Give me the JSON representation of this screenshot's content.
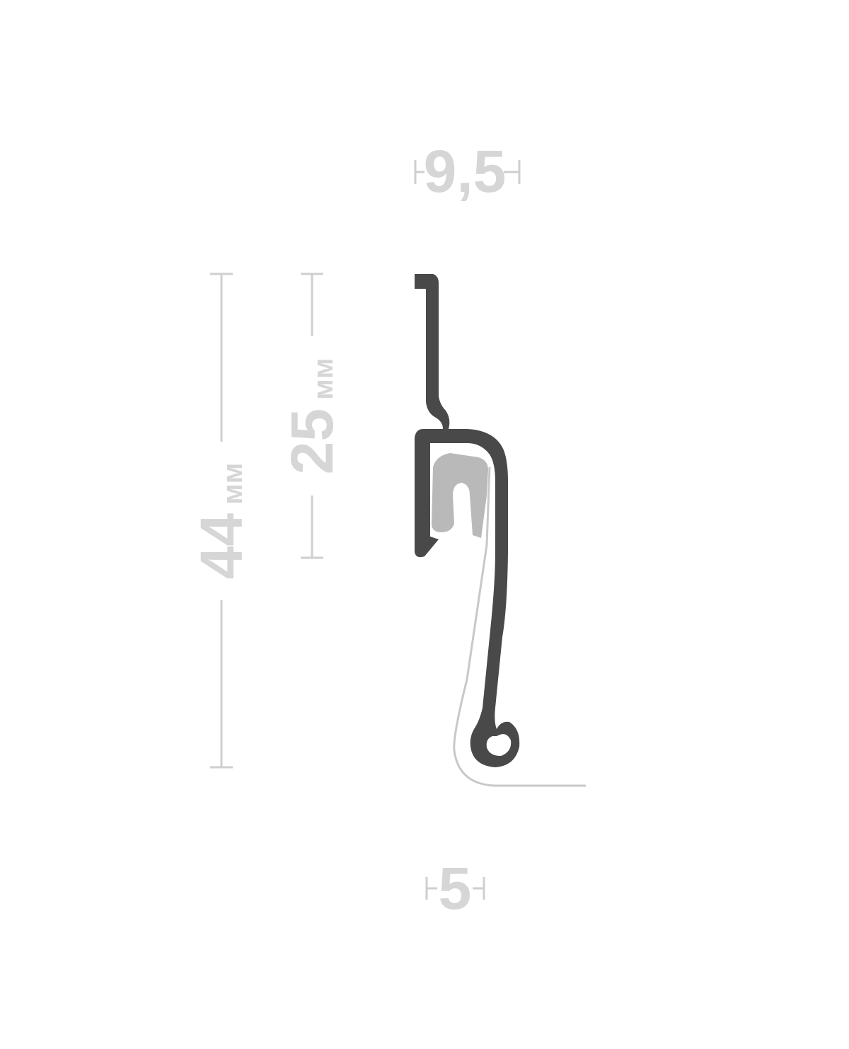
{
  "dimensions": {
    "top_width": "9,5",
    "bottom_width": "5",
    "total_height_value": "44",
    "total_height_unit": "мм",
    "upper_height_value": "25",
    "upper_height_unit": "мм"
  },
  "colors": {
    "profile": "#494949",
    "insert": "#b9b9b9",
    "dimension": "#d6d6d6",
    "background": "#ffffff"
  }
}
